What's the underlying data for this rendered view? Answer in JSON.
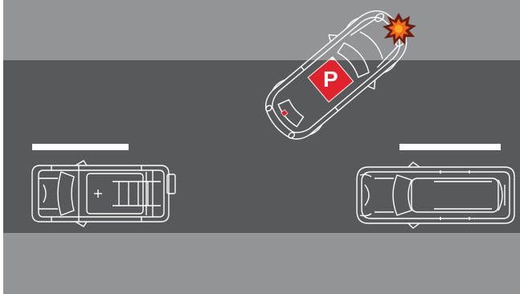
{
  "scene": {
    "badge_letter": "P",
    "colors": {
      "footpath": "#939496",
      "road": "#58595b",
      "lane_marking": "#ffffff",
      "car_outline": "#ffffff",
      "badge_red": "#e0222c",
      "impact_dark": "#6b1d10",
      "impact_orange": "#f06a1e",
      "impact_core": "#f5a623"
    },
    "cars": [
      {
        "name": "parked-car-left",
        "type": "suv",
        "facing": "left"
      },
      {
        "name": "learner-car",
        "type": "hatchback",
        "facing": "up-right",
        "badge": "P"
      },
      {
        "name": "parked-car-right",
        "type": "station-wagon",
        "facing": "left"
      }
    ],
    "event": "collision-with-kerb"
  }
}
